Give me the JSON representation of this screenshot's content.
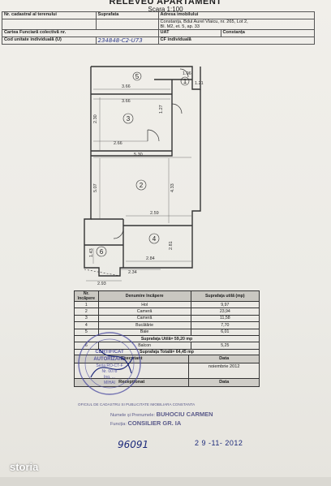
{
  "header": {
    "title": "RELEVEU APARTAMENT",
    "scale": "Scara 1:100",
    "nr_cadastral_label": "Nr. cadastral al terenului",
    "suprafata_label": "Suprafata",
    "adresa_label": "Adresa imobilului",
    "adresa_line1": "Constanța, Bdul Aurel Vlaicu, nr. 265, Lot 2,",
    "adresa_line2": "Bl. M2, et. 5, ap. 33",
    "carte_label": "Cartea Funciară colectivă nr.",
    "uat_label": "UAT",
    "uat_value": "Constanța",
    "cod_label": "Cod unitate individuală (U)",
    "cod_value": "234848-C2-U73",
    "cf_label": "CF individuală"
  },
  "plan": {
    "room_labels": [
      "1",
      "2",
      "3",
      "4",
      "5",
      "6"
    ],
    "dimensions": [
      "3.66",
      "3.66",
      "2.30",
      "2.66",
      "1.27",
      "1.21",
      "5.30",
      "5.07",
      "4.33",
      "2.59",
      "1.43",
      "2.81",
      "2.84",
      "2.34",
      "2.93",
      "1.06"
    ]
  },
  "rooms_table": {
    "col_nr": "Nr. încăpere",
    "col_name": "Denumire încăpere",
    "col_area": "Suprafaţa utilă (mp)",
    "rows": [
      {
        "nr": "1",
        "name": "Hol",
        "area": "9,97"
      },
      {
        "nr": "2",
        "name": "Cameră",
        "area": "23,94"
      },
      {
        "nr": "3",
        "name": "Cameră",
        "area": "11,58"
      },
      {
        "nr": "4",
        "name": "Bucătărie",
        "area": "7,70"
      },
      {
        "nr": "5",
        "name": "Baie",
        "area": "6,01"
      }
    ],
    "su_total": "Suprafaţa Utilă= 59,20 mp",
    "balcon": {
      "nr": "6",
      "name": "Balcon",
      "area": "5,25"
    },
    "st_total": "Suprafaţa Totală= 64,45 mp"
  },
  "cert": {
    "col1": "Executant",
    "col2": "Data",
    "date1": "noiembrie 2012",
    "col3": "Recepţionat",
    "col4": "Data"
  },
  "stamp_round": {
    "line1": "CERTIFICAT",
    "line2": "AUTORIZARE",
    "line3": "Seria RO-CT-F",
    "line4": "Nr. 0078",
    "line5": "Ing. ...",
    "line6": "MIHAI"
  },
  "stamp_rect": {
    "line1": "OFICIUL DE CADASTRU SI PUBLICITATE IMOBILIARA CONSTANTA",
    "line2_label": "Numele și Prenumele:",
    "line2_value": "BUHOCIU CARMEN",
    "line3_label": "Funcția:",
    "line3_value": "CONSILIER GR. IA"
  },
  "handwritten_number": "96091",
  "date_stamp": "2 9 -11- 2012",
  "watermark": "storia"
}
